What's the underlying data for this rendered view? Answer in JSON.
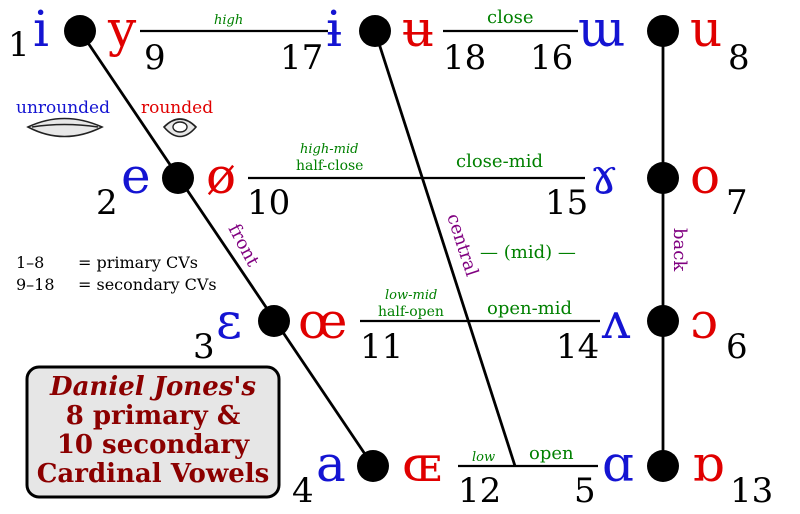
{
  "vowels": [
    {
      "symbol": "i",
      "number": "1"
    },
    {
      "symbol": "y",
      "number": "9"
    },
    {
      "symbol": "ɨ",
      "number": "17"
    },
    {
      "symbol": "ʉ",
      "number": "18"
    },
    {
      "symbol": "ɯ",
      "number": "16"
    },
    {
      "symbol": "u",
      "number": "8"
    },
    {
      "symbol": "e",
      "number": "2"
    },
    {
      "symbol": "ø",
      "number": "10"
    },
    {
      "symbol": "ɤ",
      "number": "15"
    },
    {
      "symbol": "o",
      "number": "7"
    },
    {
      "symbol": "ɛ",
      "number": "3"
    },
    {
      "symbol": "œ",
      "number": "11"
    },
    {
      "symbol": "ʌ",
      "number": "14"
    },
    {
      "symbol": "ɔ",
      "number": "6"
    },
    {
      "symbol": "a",
      "number": "4"
    },
    {
      "symbol": "ɶ",
      "number": "12"
    },
    {
      "symbol": "ɑ",
      "number": "5"
    },
    {
      "symbol": "ɒ",
      "number": "13"
    }
  ],
  "levels": {
    "high": "high",
    "close": "close",
    "high_mid": "high-mid",
    "half_close": "half-close",
    "close_mid": "close-mid",
    "mid": "— (mid) —",
    "low_mid": "low-mid",
    "half_open": "half-open",
    "open_mid": "open-mid",
    "low": "low",
    "open": "open"
  },
  "axes": {
    "front": "front",
    "central": "central",
    "back": "back"
  },
  "rounding": {
    "unrounded": "unrounded",
    "rounded": "rounded"
  },
  "legend": {
    "primary_range": "1–8",
    "primary_label": "= primary CVs",
    "secondary_range": "9–18",
    "secondary_label": "= secondary CVs"
  },
  "title": {
    "line1": "Daniel Jones's",
    "line2": "8 primary &",
    "line3": "10 secondary",
    "line4": "Cardinal Vowels"
  },
  "colors": {
    "unrounded": "#1414d2",
    "rounded": "#e00000",
    "level": "#008000",
    "axis": "#800080",
    "title": "#8b0000"
  }
}
